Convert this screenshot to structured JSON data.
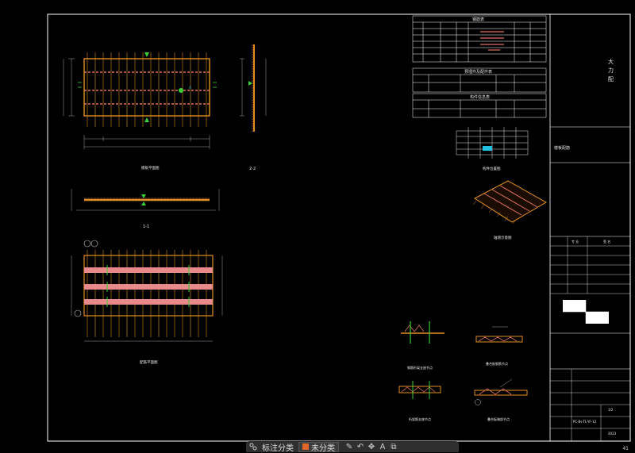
{
  "toolbar": {
    "label": "标注分类",
    "dropdown_value": "未分类",
    "accent": "#e0662a"
  },
  "drawing": {
    "title_block": {
      "project_name_lines": [
        "大",
        "力",
        "配"
      ],
      "sheet_name": "楼板配筋",
      "table_header": [
        "专 业",
        "签 名"
      ],
      "drawing_no": "PC-Bs-TL-YF-12",
      "page": "1/2",
      "year": "2023"
    },
    "views": {
      "plan": "模板平面图",
      "section_2": "2-2",
      "section_1": "1-1",
      "rebar_plan": "配筋平面图",
      "key_plan": "构件位置图",
      "axonometric": "轴测示意图",
      "detail_1": "钢筋桁架支座节点",
      "detail_2": "叠合板钢筋节点",
      "detail_3": "桁架筋支座节点",
      "detail_4": "叠合板端部节点"
    },
    "tables": {
      "rebar": "钢筋表",
      "embedded": "预埋件及配件表",
      "summary": "构件信息表"
    }
  },
  "page_number": "41",
  "colors": {
    "background": "#000000",
    "frame": "#ffffff",
    "slab": "#e09020",
    "rebar": "#e07060",
    "rebar_band": "#e88a8a",
    "dimension": "#cccccc",
    "marker": "#3ad03a",
    "highlight": "#20c0e0"
  }
}
